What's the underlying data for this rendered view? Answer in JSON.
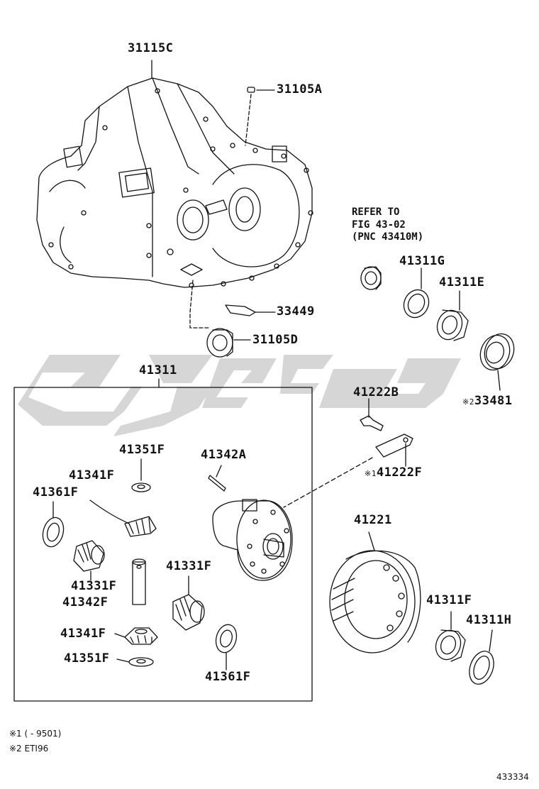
{
  "parts": {
    "p31115C": "31115C",
    "p31105A": "31105A",
    "p33449": "33449",
    "p31105D": "31105D",
    "p41311": "41311",
    "p41311G": "41311G",
    "p41311E": "41311E",
    "p33481": "33481",
    "p41222B": "41222B",
    "p41222F": "41222F",
    "p41351F_top": "41351F",
    "p41342A": "41342A",
    "p41341F_top": "41341F",
    "p41361F_left": "41361F",
    "p41331F_right": "41331F",
    "p41331F_left": "41331F",
    "p41342F": "41342F",
    "p41341F_bottom": "41341F",
    "p41351F_bottom": "41351F",
    "p41361F_bottom": "41361F",
    "p41221": "41221",
    "p41311F": "41311F",
    "p41311H": "41311H"
  },
  "marks": {
    "m1": "※1",
    "m2": "※2"
  },
  "refer": {
    "line1": "REFER TO",
    "line2": "FIG 43-02",
    "line3": "(PNC 43410M)"
  },
  "footnotes": {
    "n1": "※1 (        - 9501)",
    "n2": "※2 ETI96"
  },
  "figure_number": "433334",
  "colors": {
    "line": "#111111",
    "watermark": "#d4d4d4"
  }
}
